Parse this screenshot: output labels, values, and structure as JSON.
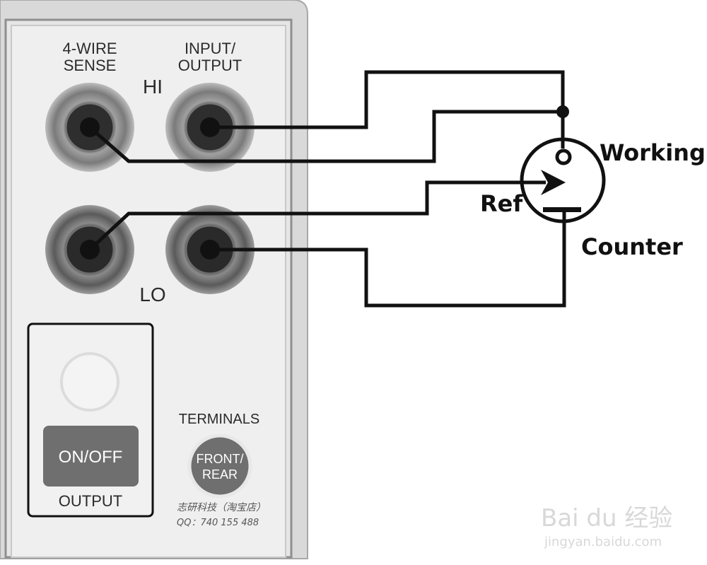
{
  "panel": {
    "sense_label_1": "4-WIRE",
    "sense_label_2": "SENSE",
    "io_label_1": "INPUT/",
    "io_label_2": "OUTPUT",
    "hi_label": "HI",
    "lo_label": "LO",
    "terminals_label": "TERMINALS",
    "front_rear_1": "FRONT/",
    "front_rear_2": "REAR",
    "on_off_label": "ON/OFF",
    "output_label": "OUTPUT"
  },
  "cell": {
    "working_label": "Working",
    "ref_label": "Ref",
    "counter_label": "Counter"
  },
  "watermark": {
    "shop_line": "志研科技（淘宝店）",
    "qq_line": "QQ：740 155 488",
    "baidu_logo": "Bai du 经验",
    "baidu_url": "jingyan.baidu.com"
  },
  "colors": {
    "panel_fill": "#efefef",
    "panel_border": "#9a9a9a",
    "wire": "#111111",
    "button_fill": "#6f6f6f"
  }
}
